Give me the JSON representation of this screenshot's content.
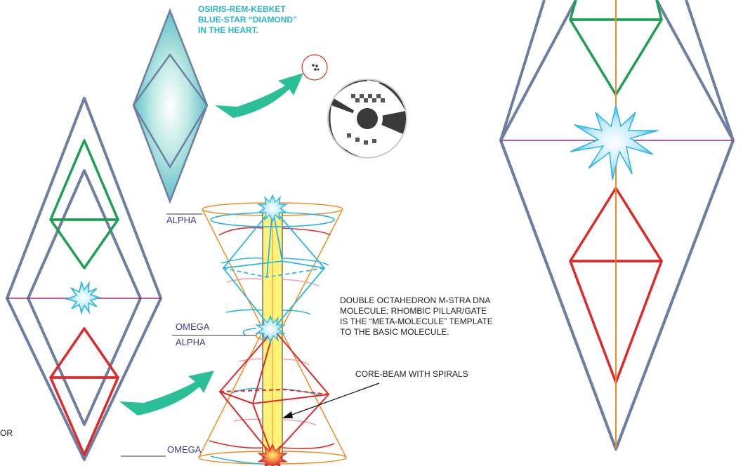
{
  "heart_title": [
    "OSIRIS-REM-KEBKET",
    "BLUE-STAR “DIAMOND”",
    "IN THE HEART."
  ],
  "description": [
    "DOUBLE OCTAHEDRON M-STRA DNA",
    "MOLECULE; RHOMBIC PILLAR/GATE",
    "IS THE “META-MOLECULE” TEMPLATE",
    "TO THE BASIC MOLECULE."
  ],
  "core_beam_label": "CORE-BEAM WITH SPIRALS",
  "labels": {
    "alpha_top": "ALPHA",
    "omega_mid": "OMEGA",
    "alpha_mid": "ALPHA",
    "omega_bottom": "OMEGA",
    "cut_left_text": "OR"
  },
  "colors": {
    "frame": "#6b7fa3",
    "green": "#1aa050",
    "red": "#e0282a",
    "blue": "#29b6e0",
    "orange": "#f08c20",
    "purple": "#a0288c",
    "arrow": "#2bbf98",
    "beam": "#fff27a"
  }
}
